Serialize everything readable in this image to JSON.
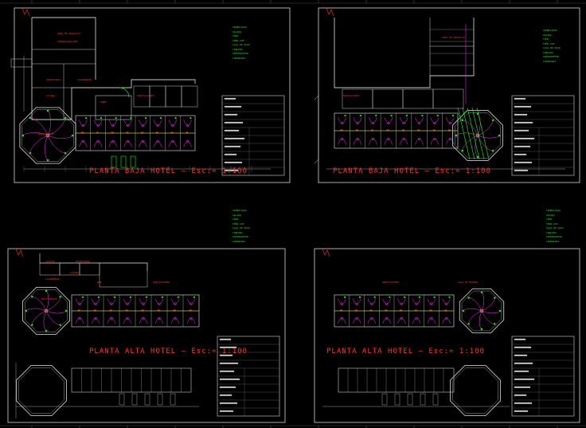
{
  "sheets": [
    {
      "title": "PLANTA  BAJA  HOTEL  –  Esc:= 1:100",
      "room_labels": [
        "AREA DE SERVICIO",
        "ADMINISTRACION",
        "SECRETARIA",
        "LAVANDERIA",
        "COCINA",
        "RESTAURANTE",
        "LOBBY",
        "HABITACIONES"
      ],
      "legend": [
        "SIMBOLOGIA",
        "SALIDA",
        "TOMA",
        "TOMA 220",
        "CAJA DE PASO",
        "TABLERO",
        "INTERRUPTOR",
        "LUMINARIA"
      ]
    },
    {
      "title": "PLANTA  BAJA  HOTEL  –  Esc:= 1:100",
      "room_labels": [
        "AREA DE SERVICIO",
        "HABITACIONES"
      ],
      "legend": [
        "SIMBOLOGIA",
        "SALIDA",
        "TOMA",
        "TOMA 220",
        "CAJA DE PASO",
        "TABLERO",
        "INTERRUPTOR",
        "LUMINARIA"
      ]
    },
    {
      "title": "PLANTA  ALTA  HOTEL  –  Esc:= 1:100",
      "room_labels": [
        "ACCESO",
        "SECRETARIA",
        "LAVANDERIA",
        "COCINA",
        "BAR",
        "HABITACIONES",
        "RESTAURANTE"
      ],
      "legend": [
        "SIMBOLOGIA",
        "SALIDA",
        "TOMA",
        "TOMA 220",
        "CAJA DE PASO",
        "TABLERO",
        "INTERRUPTOR",
        "LUMINARIA"
      ]
    },
    {
      "title": "PLANTA  ALTA  HOTEL  –  Esc:= 1:100",
      "room_labels": [
        "HABITACIONES",
        "SALA DE ESPERA"
      ],
      "legend": [
        "SIMBOLOGIA",
        "SALIDA",
        "TOMA",
        "TOMA 220",
        "CAJA DE PASO",
        "TABLERO",
        "INTERRUPTOR",
        "LUMINARIA"
      ]
    }
  ],
  "colors": {
    "frame": "#d8d8d8",
    "title": "#ff3030",
    "walls": "#c8c8c8",
    "wiring": "#ff30ff",
    "fixtures": "#00ff00",
    "accent": "#ffff00",
    "extra": "#00c8ff"
  }
}
